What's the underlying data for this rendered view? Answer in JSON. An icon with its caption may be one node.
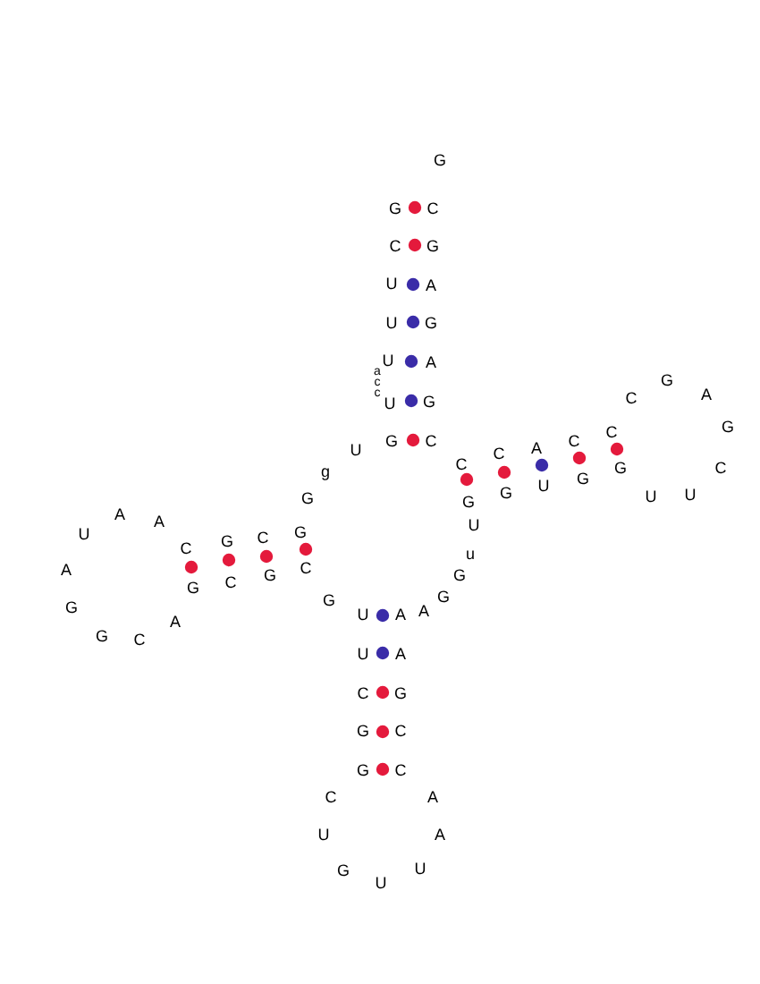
{
  "diagram": {
    "labels": [
      "G",
      "G",
      "C",
      "C",
      "G",
      "U",
      "A",
      "U",
      "G",
      "a",
      "c",
      "c",
      "U",
      "U",
      "G",
      "A",
      "C",
      "G",
      "A",
      "U",
      "G",
      "C",
      "C",
      "A",
      "C",
      "C",
      "G",
      "G",
      "g",
      "C",
      "G",
      "G",
      "U",
      "G",
      "G",
      "U",
      "U",
      "C",
      "U",
      "A",
      "A",
      "C",
      "G",
      "C",
      "G",
      "u",
      "U",
      "A",
      "G",
      "A",
      "G",
      "C",
      "G",
      "C",
      "G",
      "U",
      "A",
      "A",
      "G",
      "G",
      "G",
      "C",
      "U",
      "A",
      "C",
      "G",
      "G",
      "C",
      "G",
      "C",
      "C",
      "A",
      "U",
      "A",
      "G",
      "U",
      "U"
    ]
  }
}
